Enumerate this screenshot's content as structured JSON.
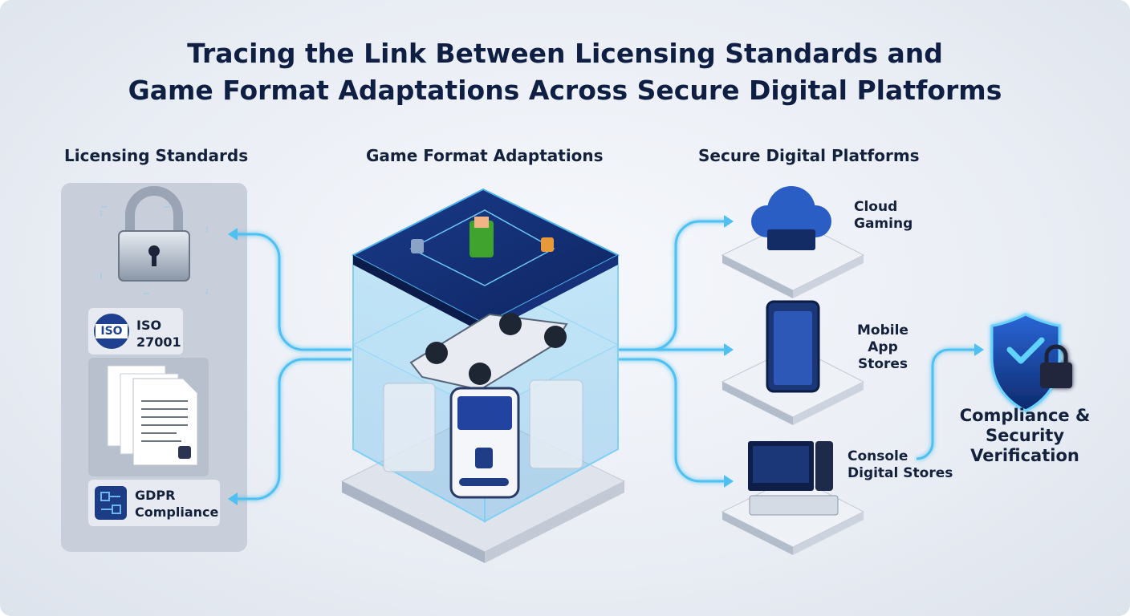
{
  "title": {
    "line1": "Tracing the Link Between Licensing Standards and",
    "line2": "Game Format Adaptations Across Secure Digital Platforms"
  },
  "columns": {
    "licensing": "Licensing Standards",
    "adaptations": "Game Format Adaptations",
    "platforms": "Secure Digital Platforms"
  },
  "licensing_items": {
    "iso_badge": "ISO",
    "iso_line1": "ISO",
    "iso_line2": "27001",
    "gdpr_line1": "GDPR",
    "gdpr_line2": "Compliance"
  },
  "platforms": {
    "cloud_line1": "Cloud",
    "cloud_line2": "Gaming",
    "mobile_line1": "Mobile",
    "mobile_line2": "App Stores",
    "console_line1": "Console",
    "console_line2": "Digital Stores"
  },
  "verification": {
    "line1": "Compliance &",
    "line2": "Security",
    "line3": "Verification"
  },
  "colors": {
    "navy": "#0f1f44",
    "accent": "#3fb9f0",
    "panel": "#c9cfda"
  }
}
